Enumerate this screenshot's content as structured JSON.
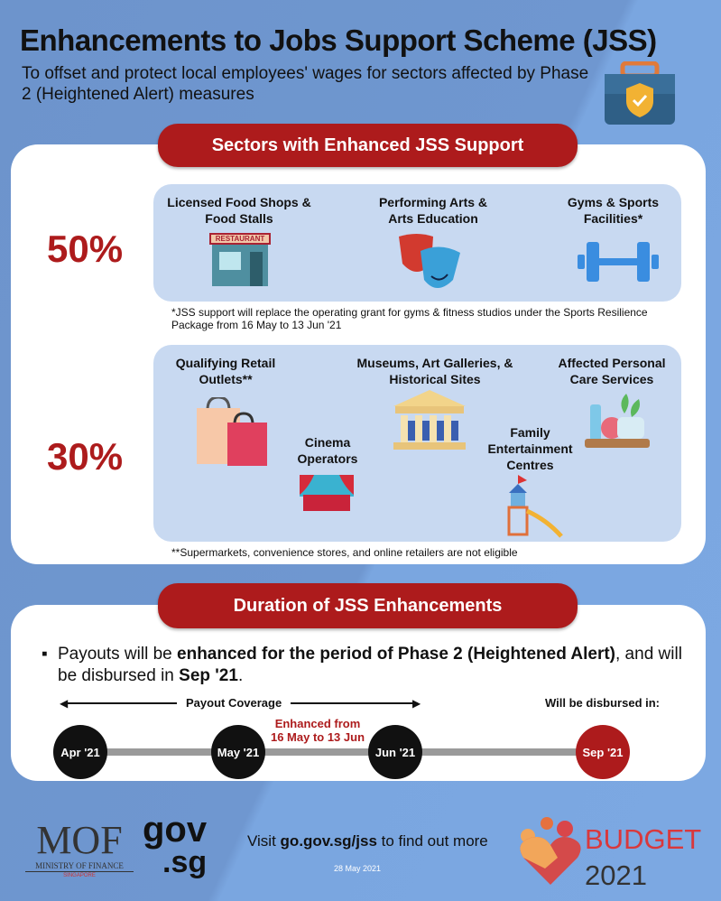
{
  "header": {
    "title": "Enhancements to Jobs Support Scheme (JSS)",
    "subtitle": "To offset and protect local employees' wages for sectors affected by Phase 2 (Heightened Alert) measures"
  },
  "sectors": {
    "banner": "Sectors with Enhanced JSS  Support",
    "tier50": {
      "percent": "50%",
      "items": [
        "Licensed Food Shops & Food Stalls",
        "Performing Arts & Arts Education",
        "Gyms & Sports Facilities*"
      ],
      "restaurant_sign": "RESTAURANT",
      "note": "*JSS support will replace the operating grant for gyms & fitness studios under the Sports Resilience Package from 16 May to 13 Jun '21"
    },
    "tier30": {
      "percent": "30%",
      "items": [
        "Qualifying Retail Outlets**",
        "Cinema Operators",
        "Museums, Art Galleries, & Historical Sites",
        "Family Entertainment Centres",
        "Affected Personal Care Services"
      ],
      "note": "**Supermarkets, convenience stores, and online retailers are not eligible"
    }
  },
  "duration": {
    "banner": "Duration of JSS Enhancements",
    "bullet_pre": "Payouts will be ",
    "bullet_bold1": "enhanced for the period of Phase 2 (Heightened Alert)",
    "bullet_mid": ", and will be disbursed in ",
    "bullet_bold2": "Sep '21",
    "bullet_end": ".",
    "coverage_label": "Payout Coverage",
    "disbursed_label": "Will be disbursed in:",
    "enhanced_note": "Enhanced from 16 May to 13 Jun",
    "points": [
      "Apr '21",
      "May '21",
      "Jun '21",
      "Sep '21"
    ]
  },
  "footer": {
    "visit_pre": "Visit ",
    "link": "go.gov.sg/jss",
    "visit_post": " to find out more",
    "date": "28 May 2021",
    "mof": "MOF",
    "mof_sub": "MINISTRY OF FINANCE",
    "mof_sub2": "SINGAPORE",
    "gov1": "gov",
    "gov2": ".sg",
    "budget": "BUDGET",
    "budget_year": "2021"
  },
  "colors": {
    "accent": "#ad1b1c",
    "panel": "#c8d9f1"
  }
}
